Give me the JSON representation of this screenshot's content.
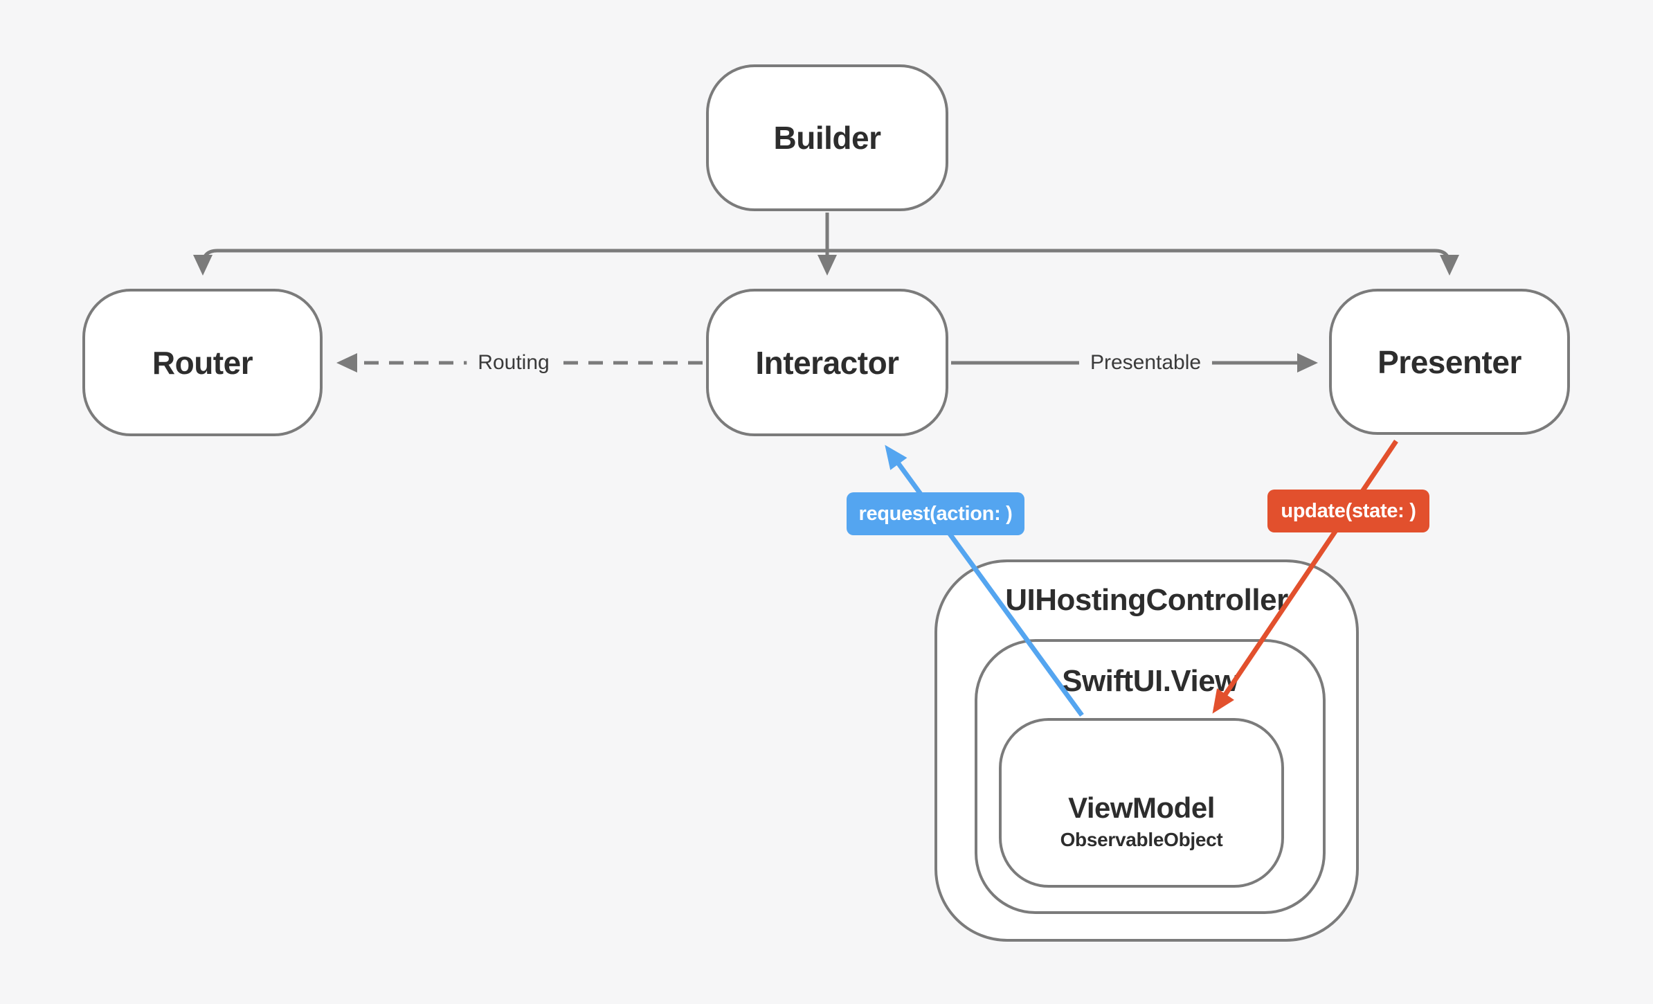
{
  "diagram": {
    "colors": {
      "bg": "#f6f6f7",
      "node_bg": "#ffffff",
      "line": "#7b7b7b",
      "text": "#2d2d2d",
      "edge_text": "#3a3a3a",
      "blue": "#54a5f0",
      "red": "#e2502d",
      "badge_text": "#ffffff"
    },
    "nodes": {
      "builder": {
        "label": "Builder"
      },
      "router": {
        "label": "Router"
      },
      "interactor": {
        "label": "Interactor"
      },
      "presenter": {
        "label": "Presenter"
      }
    },
    "containers": {
      "uihosting": {
        "label": "UIHostingController"
      },
      "swiftui": {
        "label": "SwiftUI.View"
      },
      "viewmodel": {
        "label": "ViewModel",
        "sublabel": "ObservableObject"
      }
    },
    "edges": {
      "routing": {
        "label": "Routing"
      },
      "presentable": {
        "label": "Presentable"
      },
      "request": {
        "label": "request(action: )"
      },
      "update": {
        "label": "update(state: )"
      }
    }
  }
}
